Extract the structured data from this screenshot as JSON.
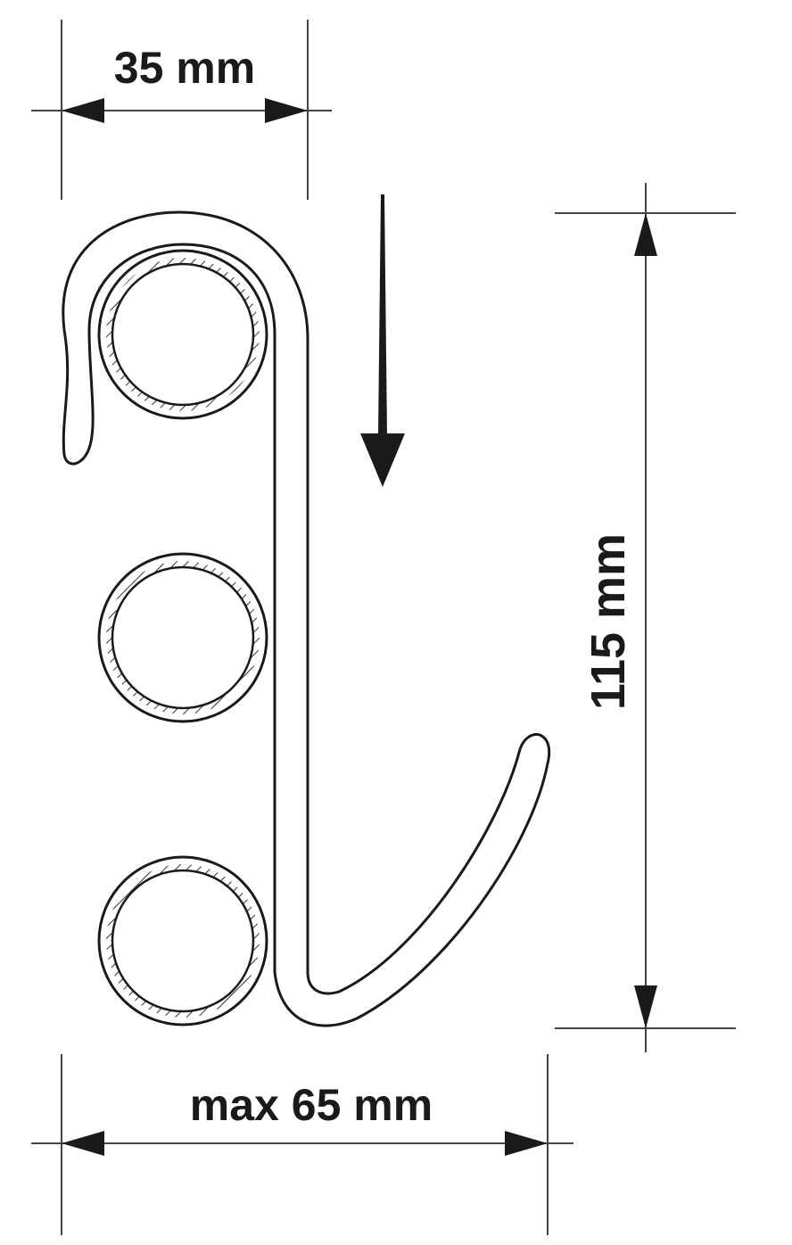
{
  "dimensions": {
    "top_width": "35 mm",
    "bottom_width": "max 65 mm",
    "height": "115 mm"
  },
  "colors": {
    "ink": "#1a1a1a",
    "line": "#444444",
    "background": "#ffffff"
  }
}
